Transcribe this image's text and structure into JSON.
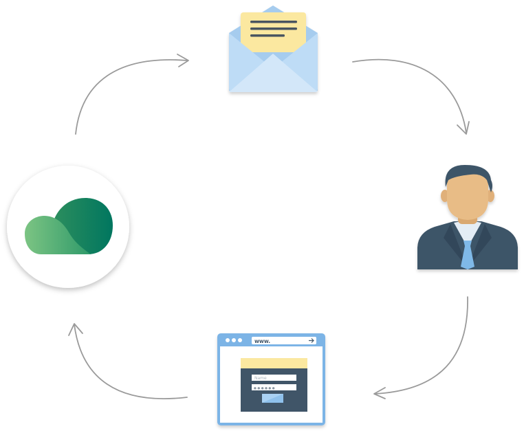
{
  "diagram": {
    "nodes": [
      {
        "id": "cloud-logo",
        "icon": "cloud-logo-icon"
      },
      {
        "id": "email",
        "icon": "envelope-icon"
      },
      {
        "id": "user",
        "icon": "businessman-icon"
      },
      {
        "id": "web-form",
        "icon": "browser-form-icon"
      }
    ],
    "flow": [
      "cloud-logo",
      "email",
      "user",
      "web-form",
      "cloud-logo"
    ],
    "browser": {
      "url_text": "www.",
      "name_placeholder": "Name",
      "password_mask": "● ● ● ● ● ●"
    },
    "colors": {
      "arrow": "#9a9a9a",
      "cloud_dark": "#00765f",
      "cloud_light": "#6bbd7e",
      "envelope": "#b9d9f5",
      "letter": "#fbe8a0",
      "suit": "#3e5468",
      "skin": "#e8bc86",
      "tie": "#7fb9e8",
      "browser_bar": "#7cb4e6",
      "form_panel": "#3f5468",
      "form_header": "#fbe8a0"
    }
  }
}
